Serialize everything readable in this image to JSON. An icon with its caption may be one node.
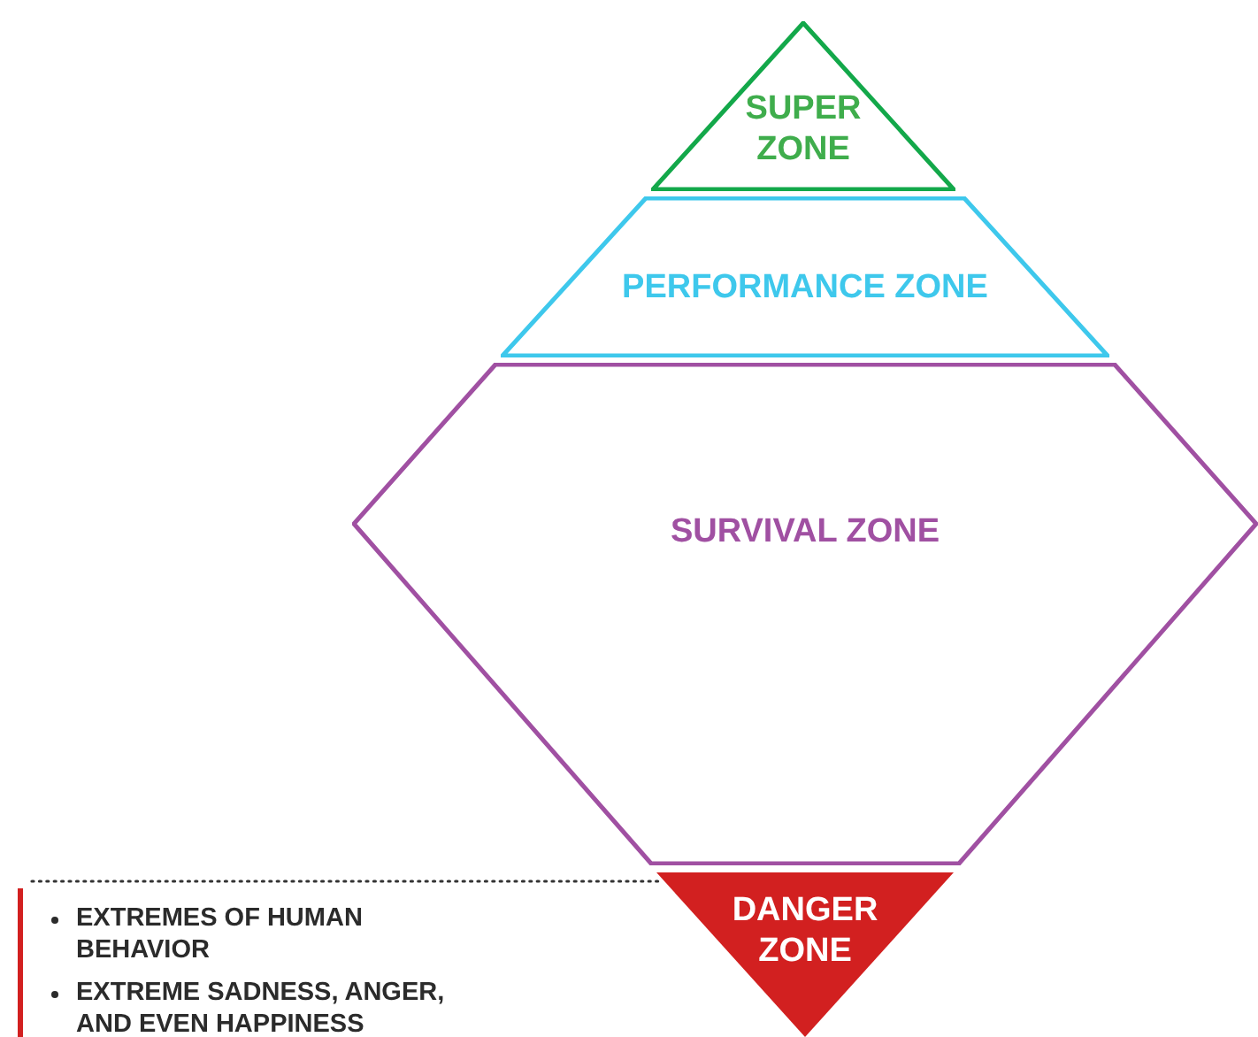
{
  "diagram": {
    "nodes": [
      {
        "text": [
          "SUPER ZONE"
        ]
      },
      {
        "text": [
          "PERFORMANCE ZONE"
        ]
      },
      {
        "text": [
          "SURVIVAL ZONE"
        ]
      },
      {
        "text": [
          "DANGER ZONE"
        ]
      },
      {
        "text": [
          "EXTREMES OF HUMAN BEHAVIOR",
          "EXTREME SADNESS, ANGER, AND EVEN HAPPINESS"
        ]
      }
    ],
    "edges": [
      {
        "from": 4,
        "to": 3,
        "arrow": "none",
        "style": "dashed"
      }
    ]
  }
}
